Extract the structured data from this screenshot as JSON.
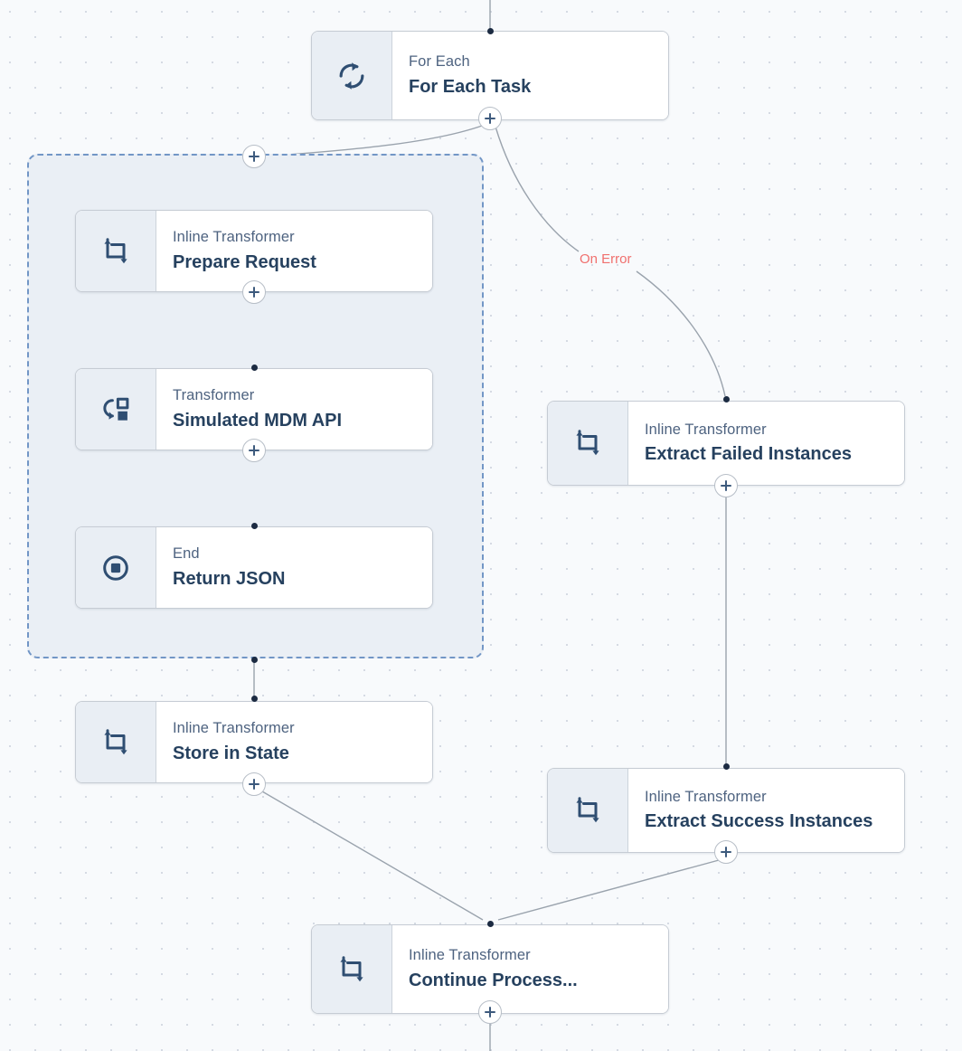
{
  "canvas": {
    "background_color": "#f8fafc",
    "grid_dot_color": "#d5dae3",
    "grid_spacing": 28
  },
  "theme": {
    "node_border": "#c6ccd4",
    "node_bg": "#ffffff",
    "icon_panel_bg": "#e9eef4",
    "type_text_color": "#4e6380",
    "title_text_color": "#26415f",
    "edge_color": "#9aa3ad",
    "error_label_color": "#f0706e",
    "loop_border_color": "#7296c6",
    "loop_fill_color": "#eaeff5",
    "anchor_color": "#1c2b42"
  },
  "loop_container": {
    "name": "for-each-loop-body",
    "add_handle_label": "+"
  },
  "nodes": [
    {
      "id": "for-each-task",
      "type": "For Each",
      "title": "For Each Task",
      "icon": "loop-icon"
    },
    {
      "id": "prepare-request",
      "type": "Inline Transformer",
      "title": "Prepare Request",
      "icon": "inline-transformer-icon"
    },
    {
      "id": "simulated-mdm-api",
      "type": "Transformer",
      "title": "Simulated MDM API",
      "icon": "transformer-icon"
    },
    {
      "id": "return-json",
      "type": "End",
      "title": "Return JSON",
      "icon": "end-stop-icon"
    },
    {
      "id": "store-in-state",
      "type": "Inline Transformer",
      "title": "Store in State",
      "icon": "inline-transformer-icon"
    },
    {
      "id": "extract-failed-instances",
      "type": "Inline Transformer",
      "title": "Extract Failed Instances",
      "icon": "inline-transformer-icon"
    },
    {
      "id": "extract-success-instances",
      "type": "Inline Transformer",
      "title": "Extract Success Instances",
      "icon": "inline-transformer-icon"
    },
    {
      "id": "continue-process",
      "type": "Inline Transformer",
      "title": "Continue Process...",
      "icon": "inline-transformer-icon"
    }
  ],
  "edges": [
    {
      "id": "incoming-to-for-each",
      "label": ""
    },
    {
      "id": "for-each-to-loop-body",
      "label": ""
    },
    {
      "id": "for-each-to-extract-failed",
      "label": "On Error"
    },
    {
      "id": "prepare-to-mdm",
      "label": ""
    },
    {
      "id": "mdm-to-return-json",
      "label": ""
    },
    {
      "id": "loop-body-to-store-in-state",
      "label": ""
    },
    {
      "id": "extract-failed-to-extract-success",
      "label": ""
    },
    {
      "id": "store-in-state-to-continue",
      "label": ""
    },
    {
      "id": "extract-success-to-continue",
      "label": ""
    },
    {
      "id": "continue-outgoing",
      "label": ""
    }
  ]
}
